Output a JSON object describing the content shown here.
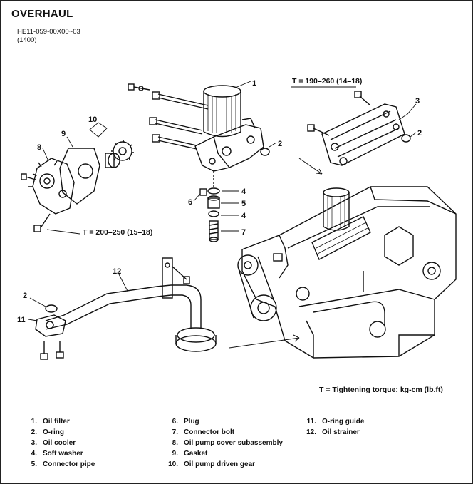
{
  "title": "OVERHAUL",
  "code_line1": "HE11-059-00X00~03",
  "code_line2": "(1400)",
  "torque_top": "T = 190–260 (14–18)",
  "torque_left": "T = 200–250 (15–18)",
  "torque_note": "T = Tightening torque: kg-cm (lb.ft)",
  "callouts": [
    "1",
    "2",
    "3",
    "2",
    "10",
    "9",
    "8",
    "4",
    "5",
    "4",
    "7",
    "6",
    "12",
    "2",
    "11"
  ],
  "parts_col1": [
    {
      "num": "1.",
      "name": "Oil filter"
    },
    {
      "num": "2.",
      "name": "O-ring"
    },
    {
      "num": "3.",
      "name": "Oil cooler"
    },
    {
      "num": "4.",
      "name": "Soft washer"
    },
    {
      "num": "5.",
      "name": "Connector pipe"
    }
  ],
  "parts_col2": [
    {
      "num": "6.",
      "name": "Plug"
    },
    {
      "num": "7.",
      "name": "Connector bolt"
    },
    {
      "num": "8.",
      "name": "Oil pump cover subassembly"
    },
    {
      "num": "9.",
      "name": "Gasket"
    },
    {
      "num": "10.",
      "name": "Oil pump driven gear"
    }
  ],
  "parts_col3": [
    {
      "num": "11.",
      "name": "O-ring guide"
    },
    {
      "num": "12.",
      "name": "Oil strainer"
    }
  ]
}
